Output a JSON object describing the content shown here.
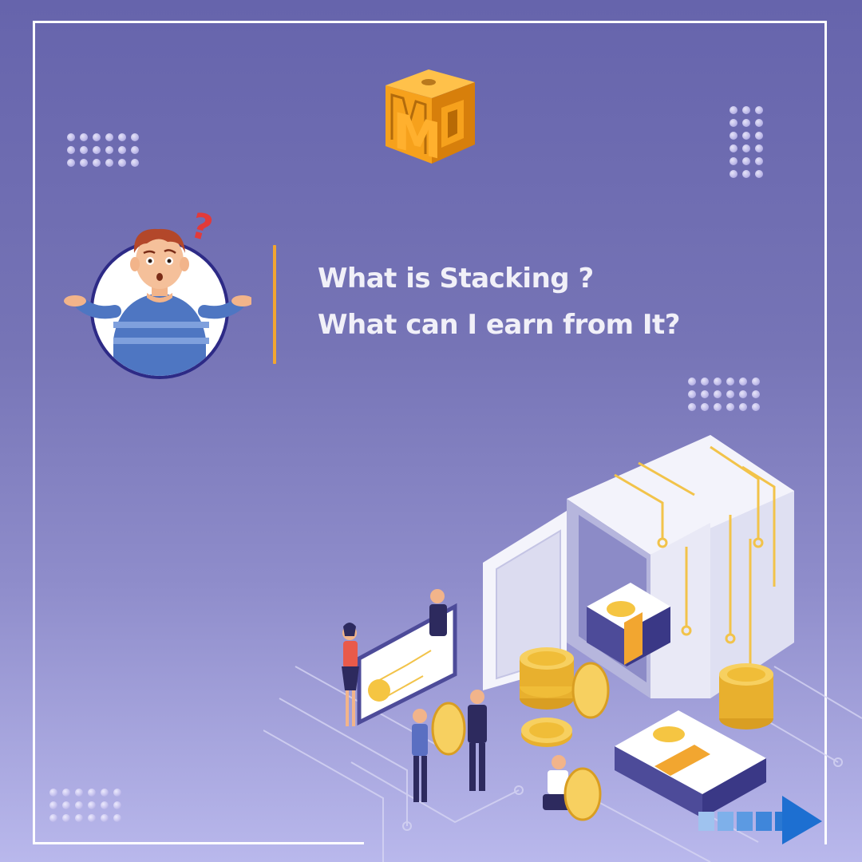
{
  "logo": {
    "icon": "md-cube-logo-icon",
    "letters": "MD",
    "colors": {
      "front": "#f6a11c",
      "side": "#d77f0b",
      "top": "#ffc14a"
    }
  },
  "headline": {
    "line1": "What is Stacking ?",
    "line2": "What can I earn from It?"
  },
  "confused_person": {
    "icon": "confused-man-icon",
    "question_mark": "?"
  },
  "colors": {
    "background_top": "#6664ac",
    "background_bottom": "#b9b8ec",
    "accent_divider": "#f2a630",
    "frame": "#ffffff",
    "headline_text": "#f1f0f8",
    "coin_gold": "#f5c542",
    "arrow_blue": "#1d6fd1"
  },
  "illustration": {
    "icon": "crypto-vault-coins-illustration",
    "description_icons": [
      "open-safe-icon",
      "coin-stack-icon",
      "money-stack-icon",
      "people-icon",
      "circuit-board-icon"
    ]
  },
  "next_arrow": {
    "icon": "next-arrow-icon"
  },
  "decorations": {
    "dot_grids": [
      "dot-grid-top-left",
      "dot-grid-top-right",
      "dot-grid-mid-right",
      "dot-grid-bottom-left"
    ]
  }
}
